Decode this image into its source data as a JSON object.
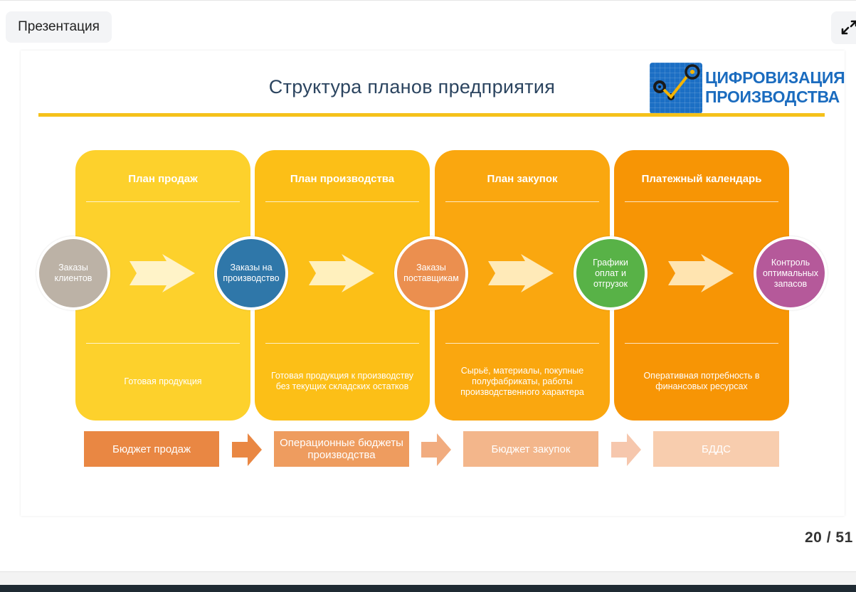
{
  "tab": {
    "label": "Презентация"
  },
  "slide": {
    "title": "Структура планов предприятия",
    "logo": {
      "line1": "ЦИФРОВИЗАЦИЯ",
      "line2": "ПРОИЗВОДСТВА"
    },
    "columns": [
      {
        "title": "План продаж",
        "footer": "Готовая продукция",
        "color": "#fdd12c"
      },
      {
        "title": "План производства",
        "footer": "Готовая продукция к производству без текущих складских остатков",
        "color": "#fcbf17"
      },
      {
        "title": "План закупок",
        "footer": "Сырьё, материалы, покупные полуфабрикаты, работы производственного характера",
        "color": "#faa70f"
      },
      {
        "title": "Платежный календарь",
        "footer": "Оперативная потребность в финансовых ресурсах",
        "color": "#f79505"
      }
    ],
    "circles": [
      {
        "label": "Заказы клиентов",
        "color": "#bcb2a6"
      },
      {
        "label": "Заказы на производство",
        "color": "#2f77a9"
      },
      {
        "label": "Заказы поставщикам",
        "color": "#eb8f4f"
      },
      {
        "label": "Графики оплат и отгрузок",
        "color": "#58b247"
      },
      {
        "label": "Контроль оптимальных запасов",
        "color": "#b5599a"
      }
    ],
    "budgets": [
      {
        "label": "Бюджет продаж",
        "color": "#e98743"
      },
      {
        "label": "Операционные бюджеты производства",
        "color": "#ee9c5f"
      },
      {
        "label": "Бюджет закупок",
        "color": "#f3b68b"
      },
      {
        "label": "БДДС",
        "color": "#f8cdae"
      }
    ]
  },
  "pager": {
    "current": "20",
    "separator": "/",
    "total": "51"
  }
}
